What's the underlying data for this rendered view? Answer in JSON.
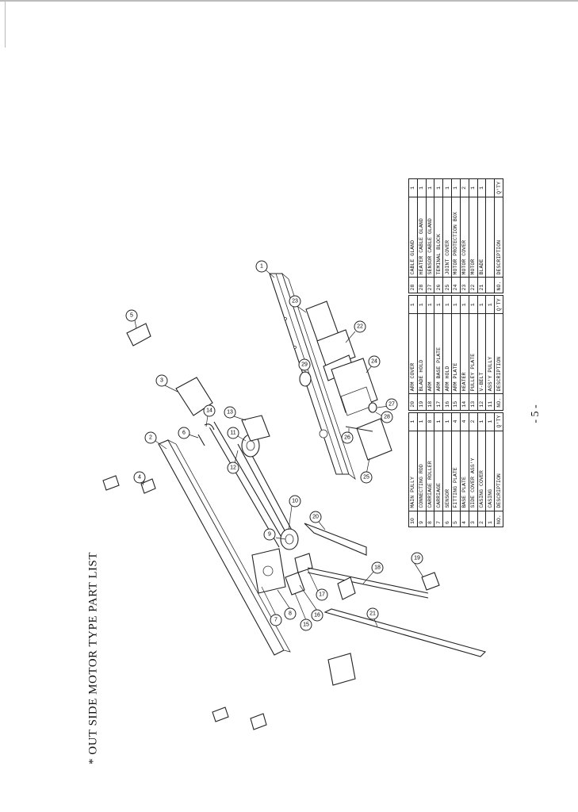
{
  "title": "* OUT SIDE MOTOR TYPE PART LIST",
  "page_number": "- 5 -",
  "table_headers": {
    "no": "NO.",
    "description": "DESCRIPTION",
    "qty": "Q'TY"
  },
  "parts_table_1": [
    {
      "no": "10",
      "description": "MAIN PULLY",
      "qty": "1"
    },
    {
      "no": "9",
      "description": "CONNECTING ROD",
      "qty": "1"
    },
    {
      "no": "8",
      "description": "CARRIAGE ROLLER",
      "qty": "8"
    },
    {
      "no": "7",
      "description": "CARRIAGE",
      "qty": "1"
    },
    {
      "no": "6",
      "description": "SENSOR",
      "qty": "1"
    },
    {
      "no": "5",
      "description": "FITTING PLATE",
      "qty": "4"
    },
    {
      "no": "4",
      "description": "BASE PLATE",
      "qty": "4"
    },
    {
      "no": "3",
      "description": "SIDE COVER ASS'Y",
      "qty": "2"
    },
    {
      "no": "2",
      "description": "CASING COVER",
      "qty": "1"
    },
    {
      "no": "1",
      "description": "CASING",
      "qty": "1"
    }
  ],
  "parts_table_2": [
    {
      "no": "20",
      "description": "ARM COVER",
      "qty": "1"
    },
    {
      "no": "19",
      "description": "BLADE HOLD",
      "qty": "1"
    },
    {
      "no": "18",
      "description": "ARM",
      "qty": "1"
    },
    {
      "no": "17",
      "description": "ARM BASE PLATE",
      "qty": "1"
    },
    {
      "no": "16",
      "description": "ARM HOLD",
      "qty": "1"
    },
    {
      "no": "15",
      "description": "ARM PLATE",
      "qty": "1"
    },
    {
      "no": "14",
      "description": "HEATER",
      "qty": "1"
    },
    {
      "no": "13",
      "description": "PULLEY PLATE",
      "qty": "1"
    },
    {
      "no": "12",
      "description": "V-BELT",
      "qty": "1"
    },
    {
      "no": "11",
      "description": "ASS'Y PULLY",
      "qty": "1"
    }
  ],
  "parts_table_3": [
    {
      "no": "28",
      "description": "CABLE GLAND",
      "qty": "1"
    },
    {
      "no": "28",
      "description": "HEATER CABLE GLAND",
      "qty": "1"
    },
    {
      "no": "27",
      "description": "SENSOR CABLE GLAND",
      "qty": "1"
    },
    {
      "no": "26",
      "description": "TEMINAL BLOCK",
      "qty": "1"
    },
    {
      "no": "25",
      "description": "JOINT COVER",
      "qty": "1"
    },
    {
      "no": "24",
      "description": "MOTOR PROTECTION BOX",
      "qty": "1"
    },
    {
      "no": "23",
      "description": "MOTOR COVER",
      "qty": "2"
    },
    {
      "no": "22",
      "description": "MOTOR",
      "qty": "1"
    },
    {
      "no": "21",
      "description": "BLADE",
      "qty": "1"
    }
  ],
  "callouts": [
    "1",
    "2",
    "3",
    "4",
    "5",
    "6",
    "7",
    "8",
    "9",
    "10",
    "11",
    "12",
    "13",
    "14",
    "15",
    "16",
    "17",
    "18",
    "19",
    "20",
    "21",
    "22",
    "23",
    "24",
    "25",
    "26",
    "27",
    "28",
    "29"
  ]
}
